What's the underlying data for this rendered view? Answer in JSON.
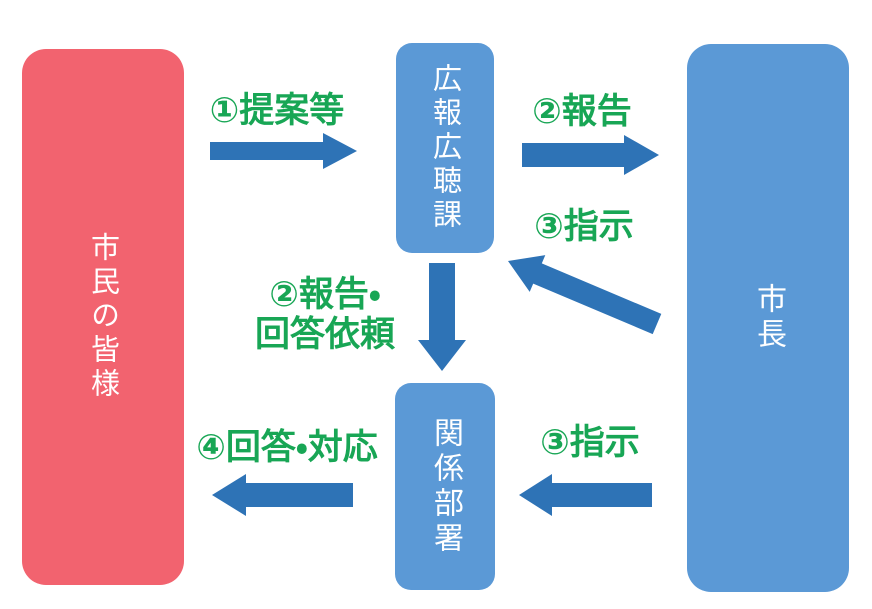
{
  "diagram": {
    "background": "#ffffff",
    "colors": {
      "citizens_node_fill": "#f2636f",
      "blue_node_fill": "#5b99d6",
      "arrow_fill": "#2e73b6",
      "edge_label_text": "#18a655",
      "node_text": "#ffffff"
    },
    "nodes": [
      {
        "id": "citizens",
        "label": "市民の皆様"
      },
      {
        "id": "pr-division",
        "label": "広報広聴課"
      },
      {
        "id": "mayor",
        "label": "市長"
      },
      {
        "id": "departments",
        "label": "関係部署"
      }
    ],
    "edges": [
      {
        "id": "proposal",
        "from": "citizens",
        "to": "pr-division",
        "label": "①提案等"
      },
      {
        "id": "report-to-mayor",
        "from": "pr-division",
        "to": "mayor",
        "label": "②報告"
      },
      {
        "id": "instruction-to-pr",
        "from": "mayor",
        "to": "pr-division",
        "label": "③指示"
      },
      {
        "id": "report-request",
        "from": "pr-division",
        "to": "departments",
        "label": "②報告・回答依頼",
        "label_lines": [
          "②報告・",
          "回答依頼"
        ]
      },
      {
        "id": "instruction-to-departments",
        "from": "mayor",
        "to": "departments",
        "label": "③指示"
      },
      {
        "id": "response",
        "from": "departments",
        "to": "citizens",
        "label": "④回答・対応"
      }
    ]
  }
}
